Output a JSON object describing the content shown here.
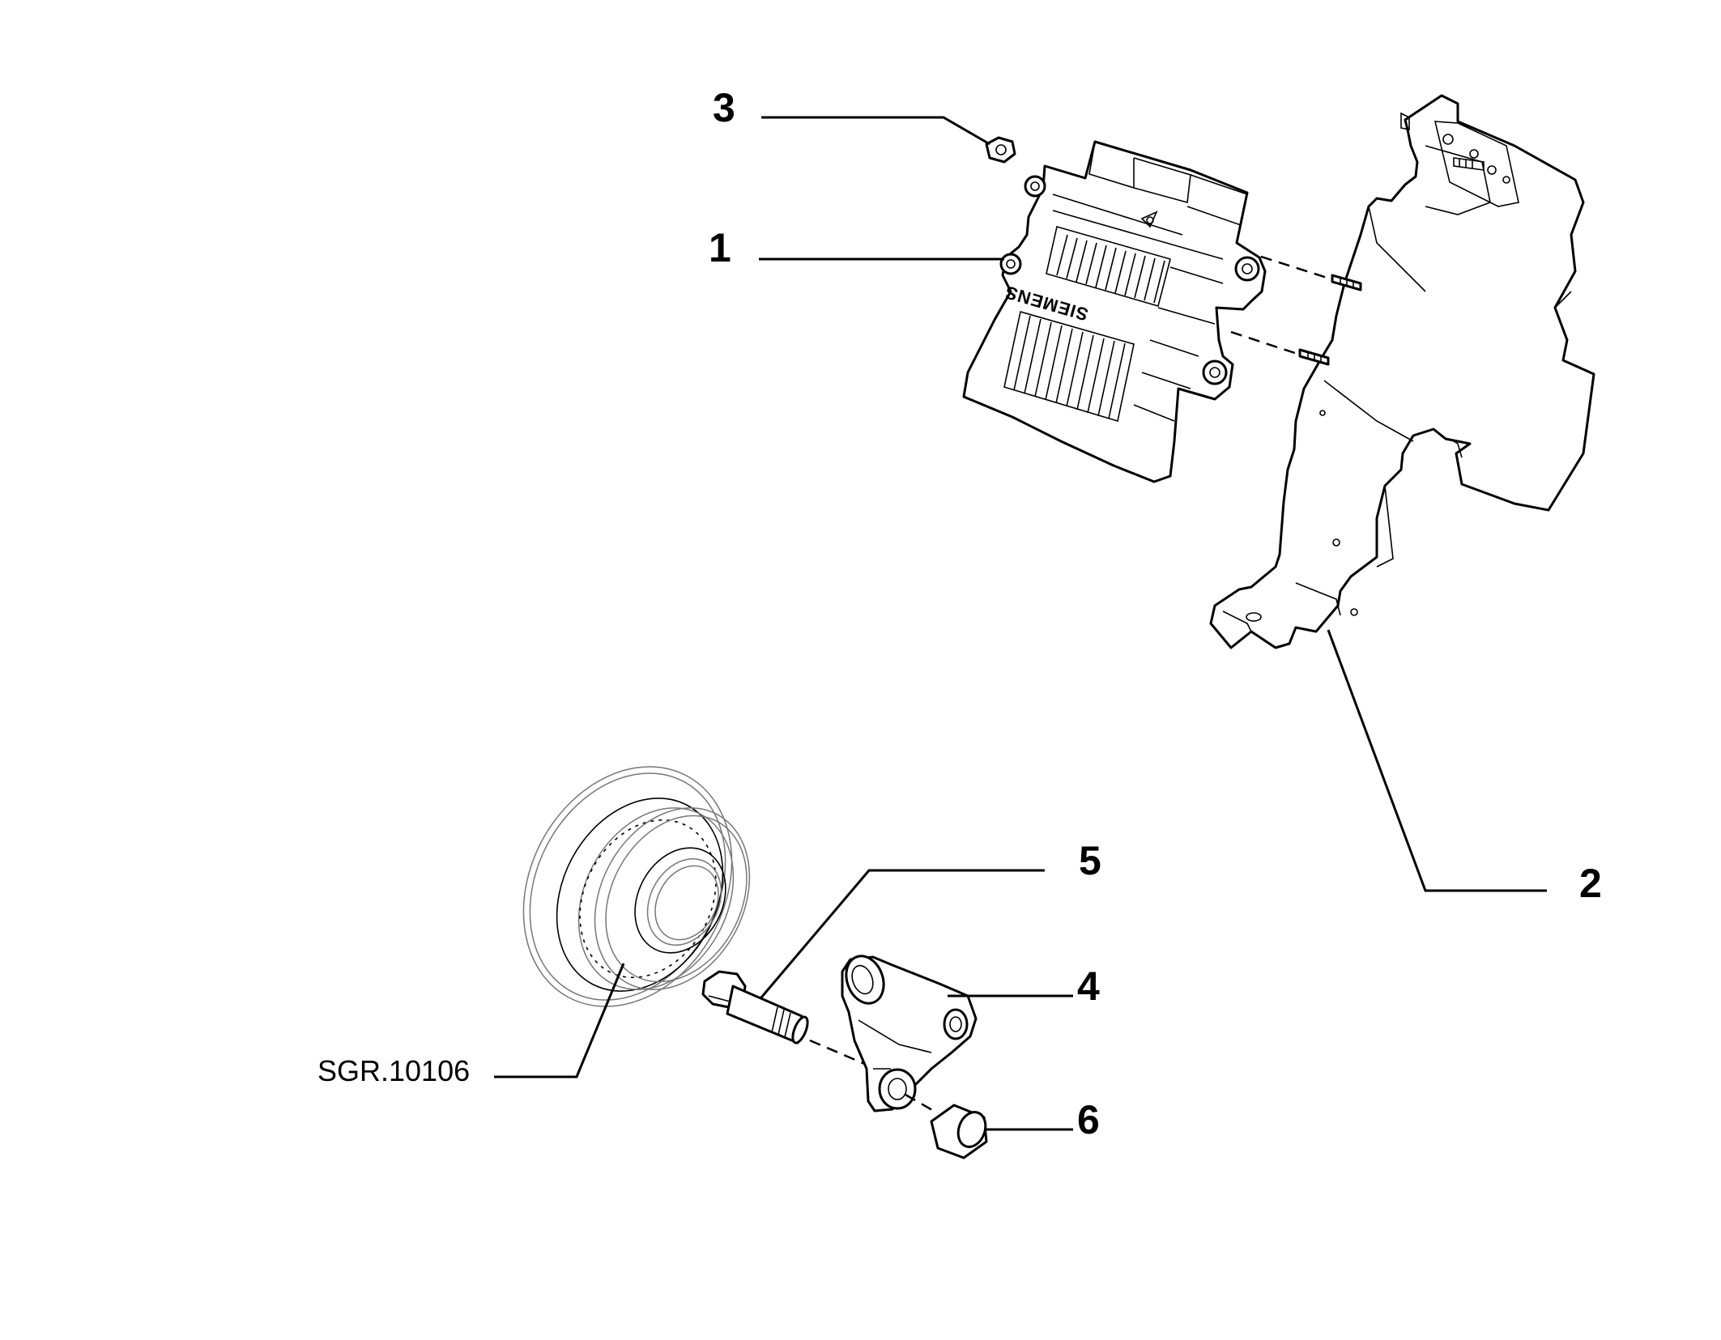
{
  "callouts": {
    "ecu": "1",
    "bracket": "2",
    "nut": "3",
    "sensor": "4",
    "bolt": "5",
    "spacer": "6",
    "pulley_ref": "SGR.10106"
  },
  "ecu_brand": "SIEMENS"
}
